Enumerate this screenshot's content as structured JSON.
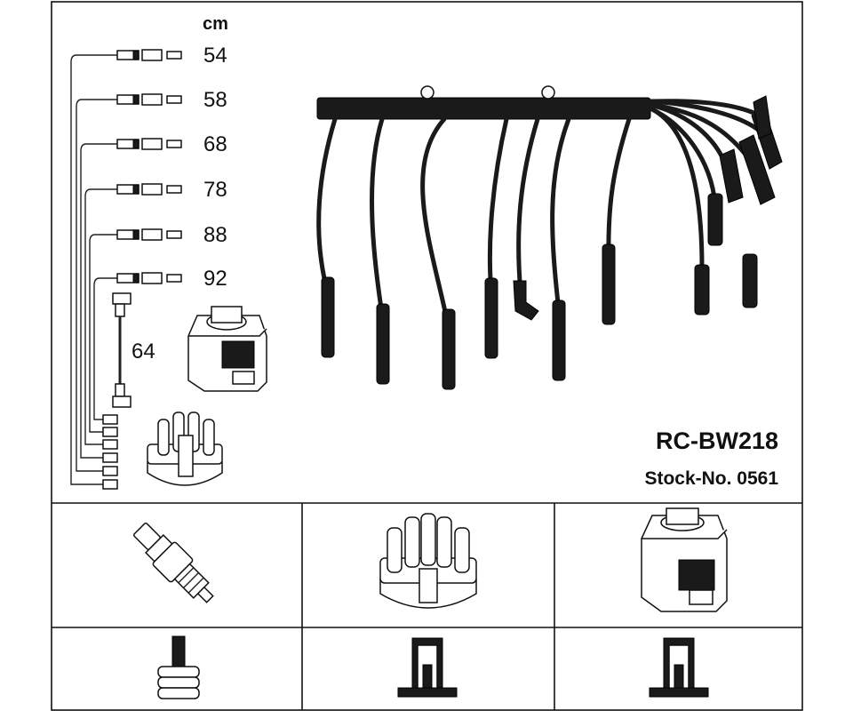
{
  "lengths": {
    "unit": "cm",
    "values": [
      "54",
      "58",
      "68",
      "78",
      "88",
      "92"
    ],
    "coil_lead": "64"
  },
  "product": {
    "model": "RC-BW218",
    "stock": "Stock-No. 0561"
  }
}
